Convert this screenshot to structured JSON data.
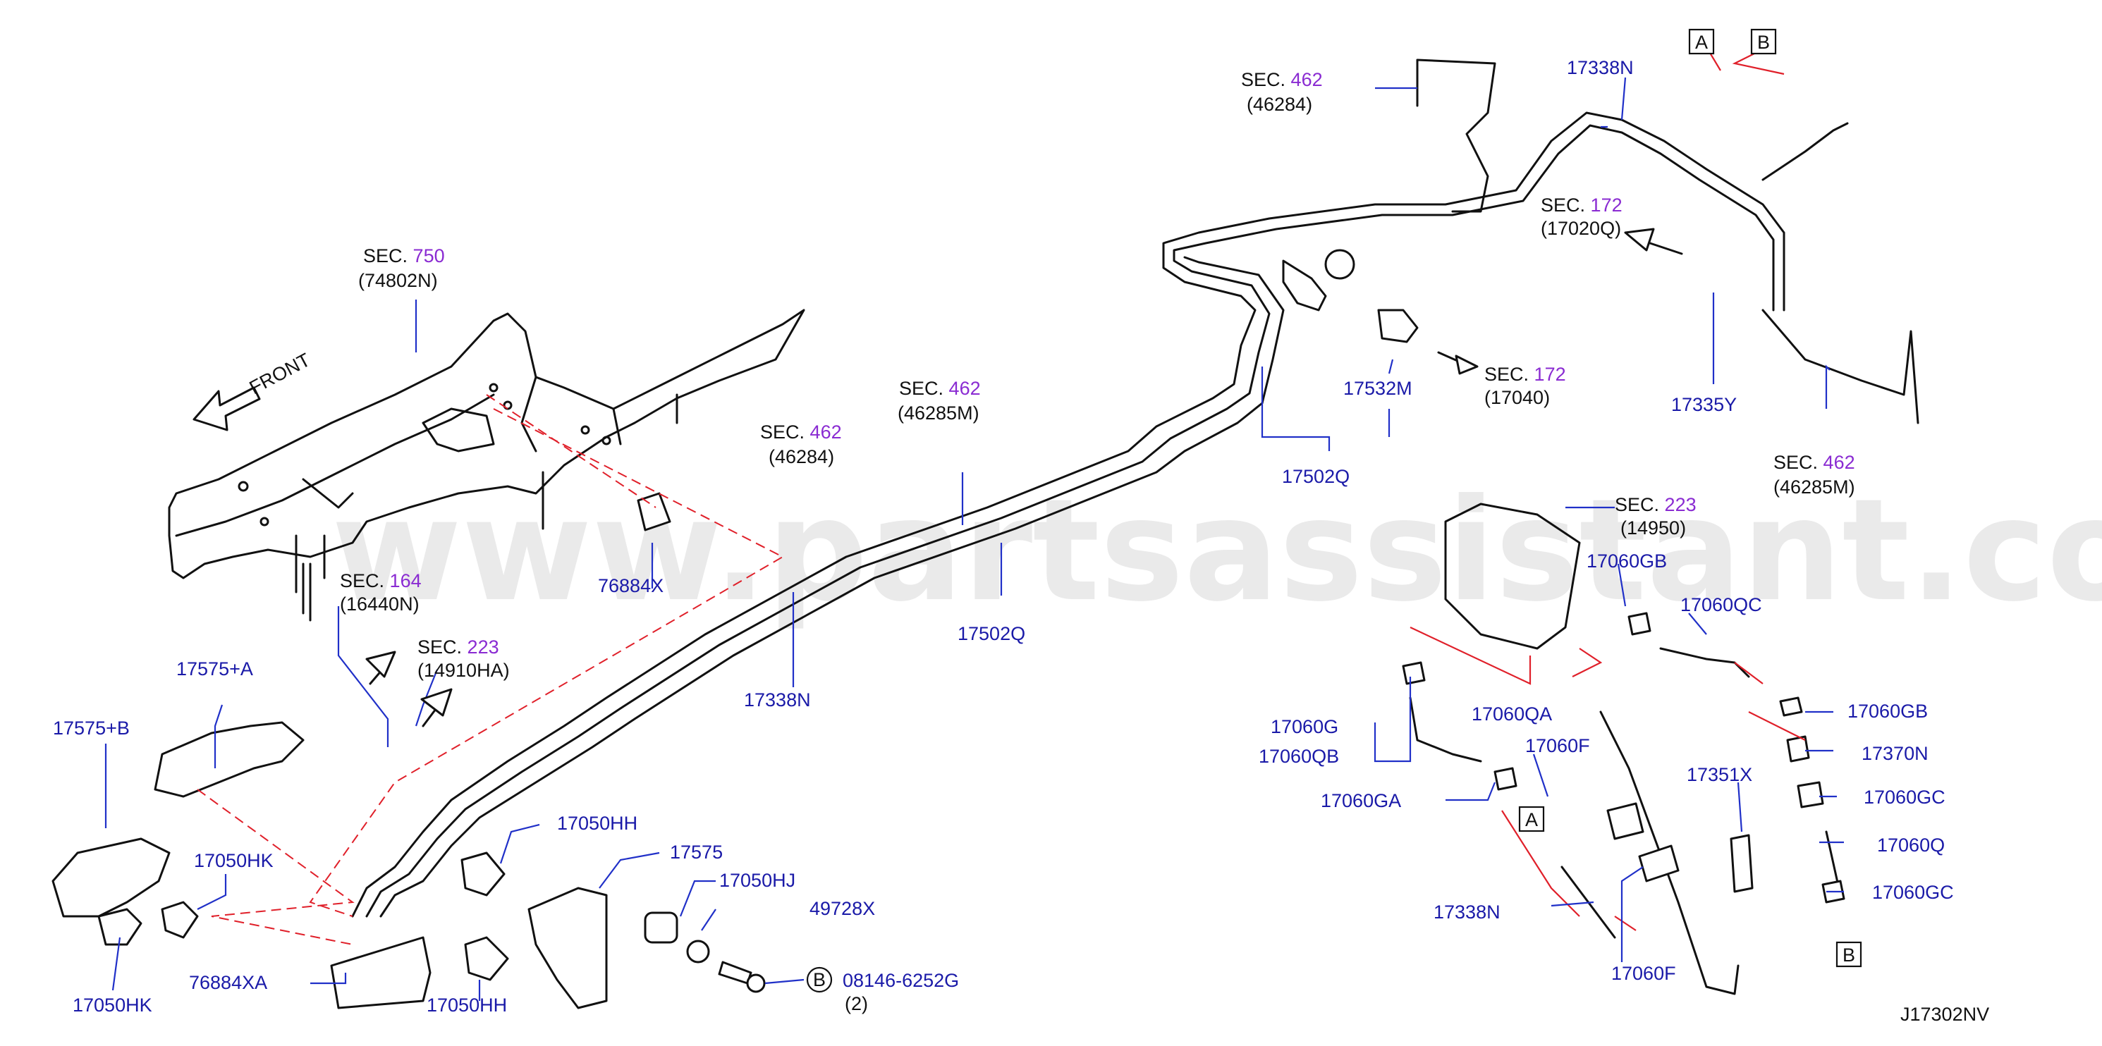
{
  "watermark": "www.partsassistant.com",
  "drawing_code": "J17302NV",
  "front_label": "FRONT",
  "section_refs": [
    {
      "id": "sec750",
      "prefix": "SEC.",
      "num": "750",
      "code": "(74802N)"
    },
    {
      "id": "sec164",
      "prefix": "SEC.",
      "num": "164",
      "code": "(16440N)"
    },
    {
      "id": "sec223a",
      "prefix": "SEC.",
      "num": "223",
      "code": "(14910HA)"
    },
    {
      "id": "sec462a",
      "prefix": "SEC.",
      "num": "462",
      "code": "(46284)"
    },
    {
      "id": "sec462b",
      "prefix": "SEC.",
      "num": "462",
      "code": "(46285M)"
    },
    {
      "id": "sec462c",
      "prefix": "SEC.",
      "num": "462",
      "code": "(46284)"
    },
    {
      "id": "sec172a",
      "prefix": "SEC.",
      "num": "172",
      "code": "(17020Q)"
    },
    {
      "id": "sec172b",
      "prefix": "SEC.",
      "num": "172",
      "code": "(17040)"
    },
    {
      "id": "sec462d",
      "prefix": "SEC.",
      "num": "462",
      "code": "(46285M)"
    },
    {
      "id": "sec223b",
      "prefix": "SEC.",
      "num": "223",
      "code": "(14950)"
    }
  ],
  "part_labels": [
    "76884X",
    "17502Q",
    "17338N",
    "17575+A",
    "17575+B",
    "17050HK",
    "17050HK",
    "76884XA",
    "17050HH",
    "17050HH",
    "17575",
    "17050HJ",
    "49728X",
    "08146-6252G",
    "(2)",
    "17338N",
    "17532M",
    "17502Q",
    "17335Y",
    "17060GB",
    "17060QC",
    "17060GB",
    "17370N",
    "17060GC",
    "17060Q",
    "17060GC",
    "17060QA",
    "17060G",
    "17060QB",
    "17060GA",
    "17060F",
    "17351X",
    "17338N",
    "17060F"
  ],
  "callouts": {
    "a": "A",
    "b": "B"
  }
}
